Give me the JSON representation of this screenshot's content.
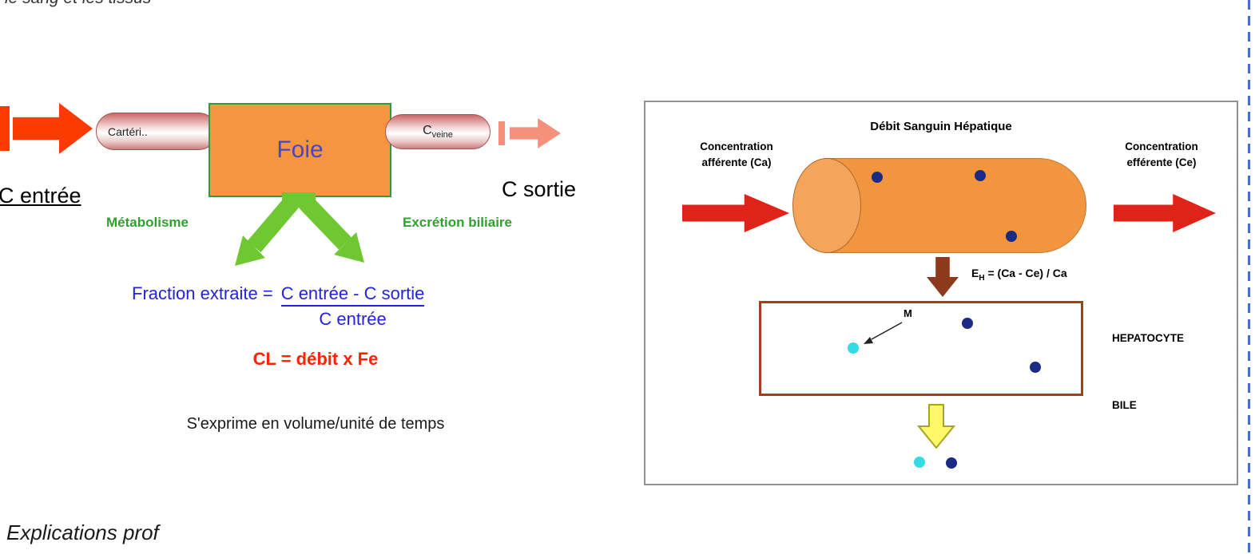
{
  "page": {
    "top_caption": "le sang et les tissus",
    "bottom_caption": "Explications prof"
  },
  "left_diagram": {
    "artery_tube_label": "Cartéri..",
    "liver_label": "Foie",
    "vein_label_main": "C",
    "vein_label_sub": "veine",
    "inflow_label": "C entrée",
    "outflow_label": "C sortie",
    "metabolism_label": "Métabolisme",
    "biliary_excretion_label": "Excrétion biliaire",
    "fraction_lhs": "Fraction extraite =",
    "fraction_numerator": "C entrée - C sortie",
    "fraction_denominator": "C entrée",
    "clearance_formula": "CL = débit x Fe",
    "unit_note": "S'exprime en volume/unité de temps"
  },
  "right_diagram": {
    "title": "Débit Sanguin Hépatique",
    "afferent_line1": "Concentration",
    "afferent_line2": "afférente (Ca)",
    "efferent_line1": "Concentration",
    "efferent_line2": "efférente (Ce)",
    "extraction_e": "E",
    "extraction_sub": "H",
    "extraction_rest": "= (Ca - Ce) / Ca",
    "molecule_label": "M",
    "hepatocyte_label": "HEPATOCYTE",
    "bile_label": "BILE"
  },
  "colors": {
    "big_arrow_orange": "#fb3b01",
    "outflow_arrow_pink": "#f4907b",
    "liver_orange": "#f6953f",
    "liver_border_green": "#2e9b44",
    "liver_text_blue": "#4646c8",
    "green_arrow": "#6fc832",
    "green_text": "#2fa12f",
    "formula_blue": "#2424d6",
    "clearance_red": "#ff2400",
    "panel_red_arrow": "#e02318",
    "cylinder_orange": "#f2953f",
    "navy_dot": "#1b2a85",
    "cyan_dot": "#35dbe2",
    "brown_arrow": "#8d3a1c",
    "hepatocyte_border": "#a63e1c",
    "bile_yellow": "#fdf969",
    "dashed_border_blue": "#4472c4"
  }
}
